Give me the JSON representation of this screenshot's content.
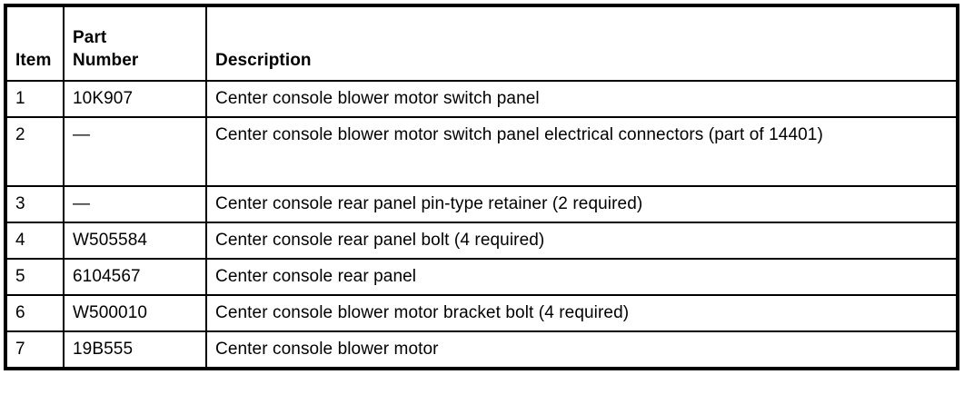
{
  "table": {
    "name": "parts-list-table",
    "columns": [
      {
        "key": "item",
        "label": "Item"
      },
      {
        "key": "part_number",
        "label": "Part\nNumber"
      },
      {
        "key": "description",
        "label": "Description"
      }
    ],
    "rows": [
      {
        "item": "1",
        "part_number": "10K907",
        "description": "Center console blower motor switch panel"
      },
      {
        "item": "2",
        "part_number": "—",
        "description": "Center console blower motor switch panel electrical connectors (part of 14401)"
      },
      {
        "item": "3",
        "part_number": "—",
        "description": "Center console rear panel pin-type retainer (2 required)"
      },
      {
        "item": "4",
        "part_number": "W505584",
        "description": "Center console rear panel bolt (4 required)"
      },
      {
        "item": "5",
        "part_number": "6104567",
        "description": "Center console rear panel"
      },
      {
        "item": "6",
        "part_number": "W500010",
        "description": "Center console blower motor bracket bolt (4 required)"
      },
      {
        "item": "7",
        "part_number": "19B555",
        "description": "Center console blower motor"
      }
    ]
  },
  "colors": {
    "page_background": "#ffffff",
    "rule": "#000000",
    "text": "#000000"
  }
}
